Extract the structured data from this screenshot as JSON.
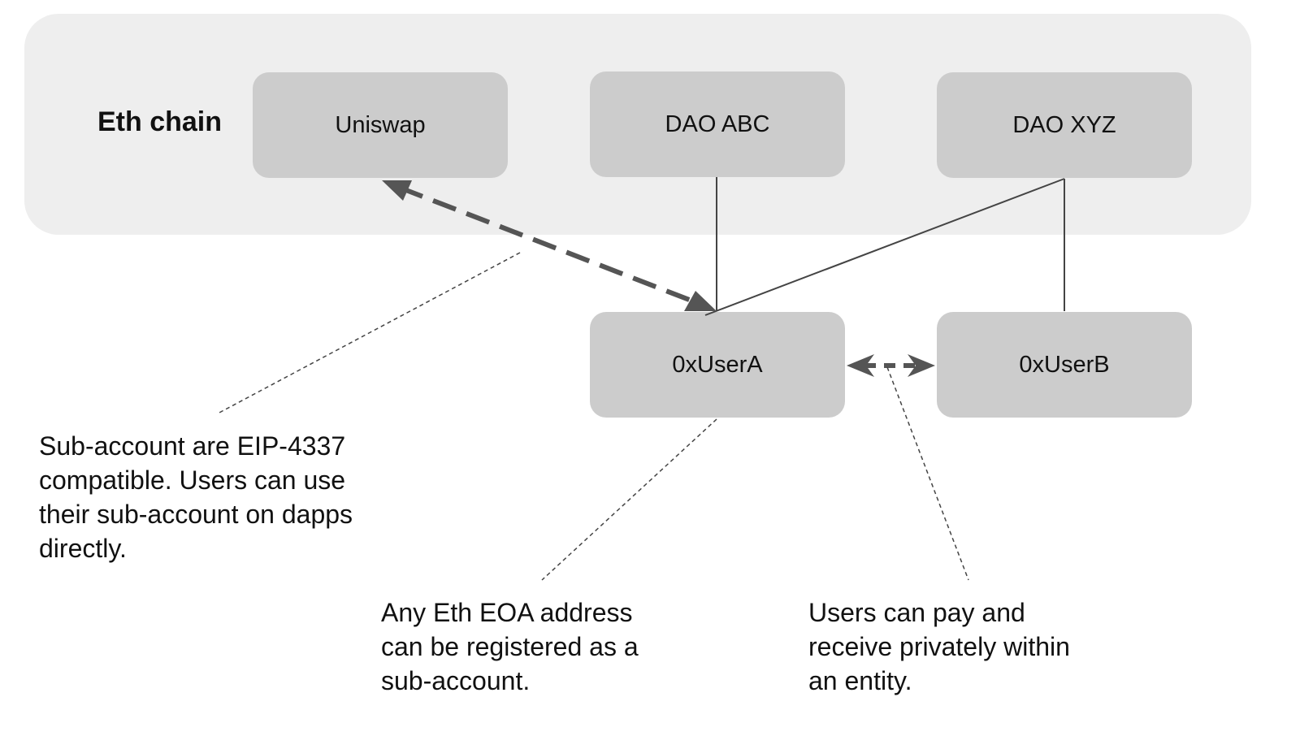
{
  "chain": {
    "label": "Eth chain"
  },
  "nodes": {
    "uniswap": "Uniswap",
    "dao_abc": "DAO ABC",
    "dao_xyz": "DAO XYZ",
    "user_a": "0xUserA",
    "user_b": "0xUserB"
  },
  "notes": {
    "sub_account": "Sub-account are EIP-4337\ncompatible. Users can use\ntheir sub-account on dapps\ndirectly.",
    "eoa": "Any Eth EOA address\ncan be registered as a\nsub-account.",
    "private_pay": "Users can pay and\nreceive privately within\nan entity."
  },
  "colors": {
    "band": "#eeeeee",
    "node": "#cccccc",
    "line": "#444444",
    "arrow": "#555555"
  }
}
